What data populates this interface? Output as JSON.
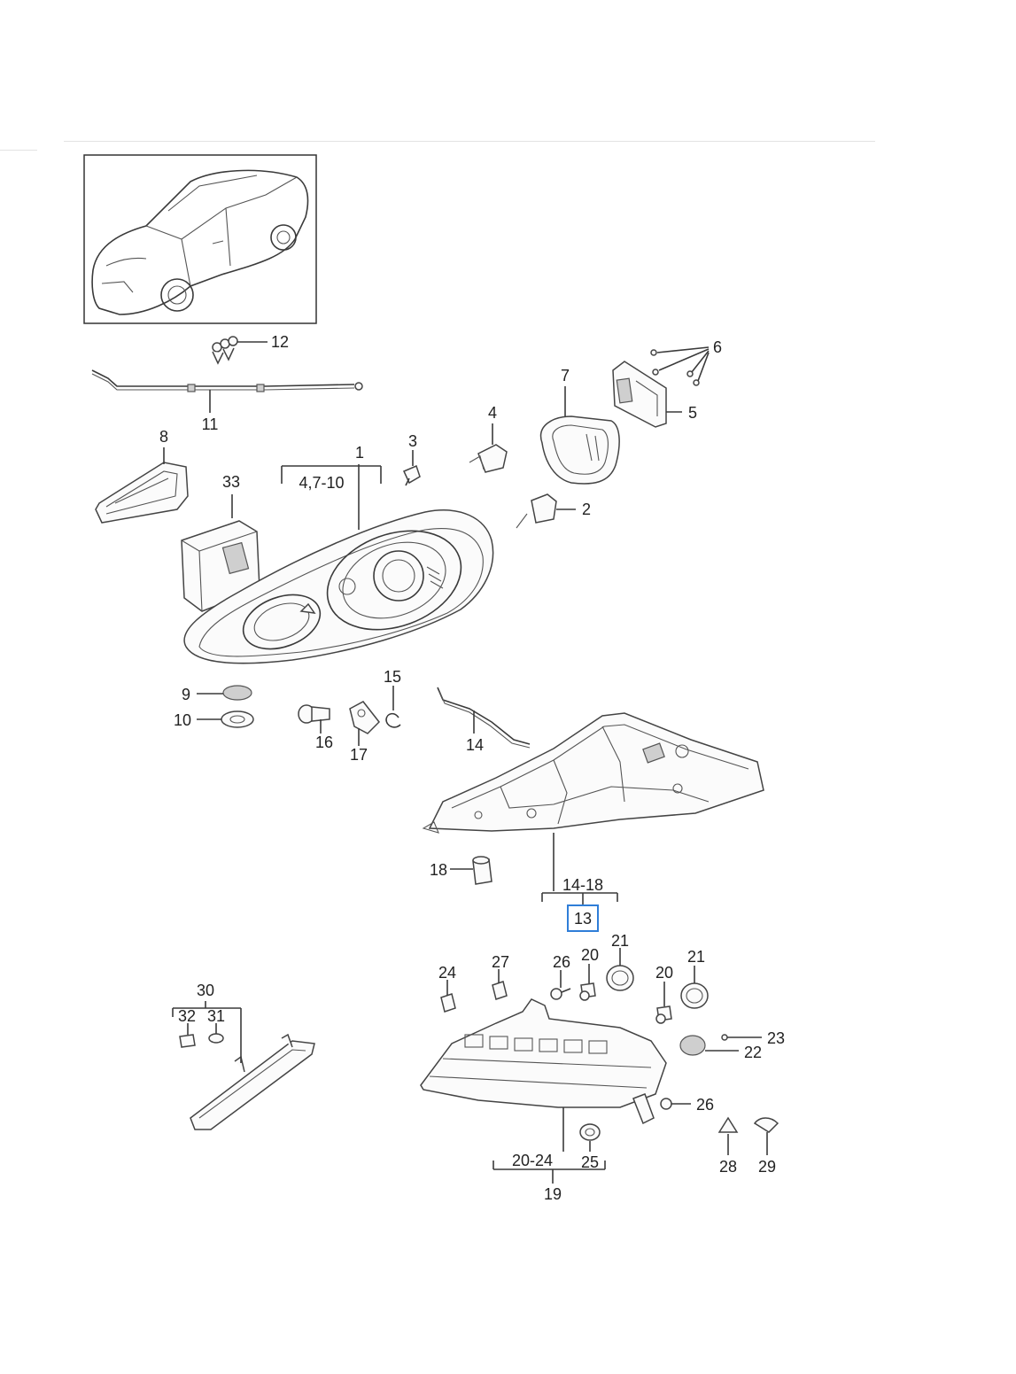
{
  "callouts": {
    "c1": "1",
    "c2": "2",
    "c3": "3",
    "c4": "4",
    "c5": "5",
    "c6": "6",
    "c7": "7",
    "c8": "8",
    "c9": "9",
    "c10": "10",
    "c11": "11",
    "c12": "12",
    "c13": "13",
    "c14": "14",
    "c15": "15",
    "c16": "16",
    "c17": "17",
    "c18": "18",
    "c19": "19",
    "c20": "20",
    "c21": "21",
    "c22": "22",
    "c23": "23",
    "c24": "24",
    "c25": "25",
    "c26": "26",
    "c27": "27",
    "c28": "28",
    "c29": "29",
    "c30": "30",
    "c31": "31",
    "c32": "32",
    "c33": "33"
  },
  "groups": {
    "g1": "4,7-10",
    "g13": "14-18",
    "g19": "20-24"
  },
  "colors": {
    "highlight": "#2f7ed8",
    "line": "#3a3a3a"
  },
  "icons": {
    "car": "car-overview-icon"
  }
}
